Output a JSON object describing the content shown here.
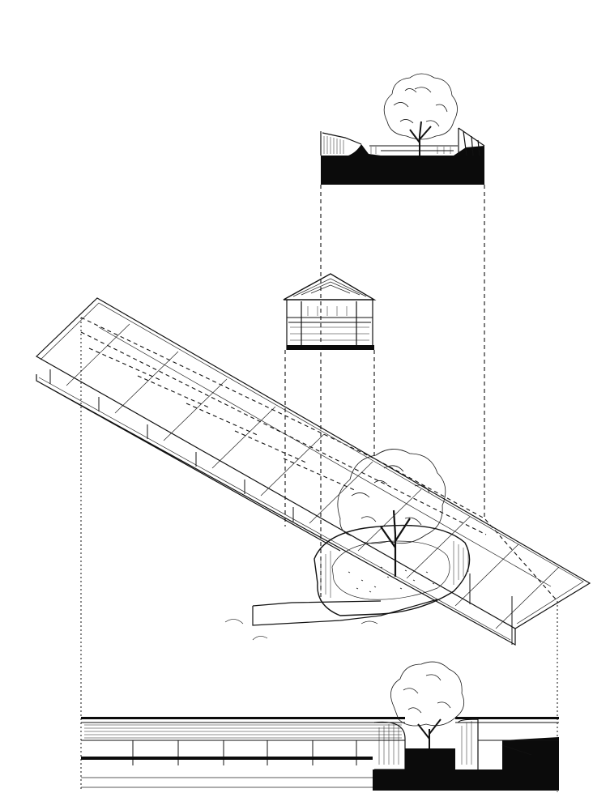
{
  "drawing": {
    "kind": "architectural-axonometric-drawing",
    "ink_color": "#111111",
    "paper_color": "#ffffff",
    "parts": [
      "top-section",
      "pavilion-section",
      "axonometric-canopy",
      "courtyard-tree",
      "bottom-elevation",
      "projection-lines"
    ]
  }
}
